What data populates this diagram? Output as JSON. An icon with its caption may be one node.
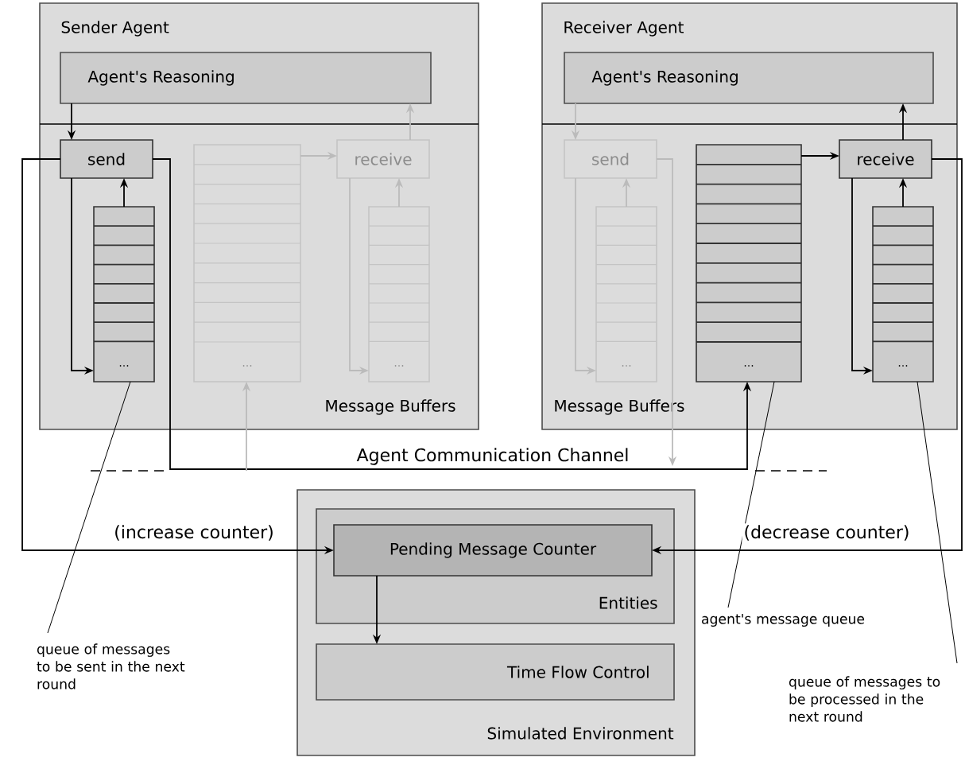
{
  "diagram": {
    "nodes": [
      {
        "text": [
          "Sender Agent",
          "Message Buffers"
        ]
      },
      {
        "text": [
          "Agent's Reasoning"
        ],
        "in": 0
      },
      {
        "text": [
          "send"
        ],
        "in": 0
      },
      {
        "text": [
          "..."
        ],
        "in": 0
      },
      {
        "text": [
          "..."
        ],
        "in": 0
      },
      {
        "text": [
          "receive"
        ],
        "in": 0
      },
      {
        "text": [
          "..."
        ],
        "in": 0
      },
      {
        "text": [
          "Receiver Agent",
          "Message Buffers"
        ]
      },
      {
        "text": [
          "Agent's Reasoning"
        ],
        "in": 7
      },
      {
        "text": [
          "send"
        ],
        "in": 7
      },
      {
        "text": [
          "..."
        ],
        "in": 7
      },
      {
        "text": [
          "..."
        ],
        "in": 7
      },
      {
        "text": [
          "receive"
        ],
        "in": 7
      },
      {
        "text": [
          "..."
        ],
        "in": 7
      },
      {
        "text": [
          "Simulated Environment"
        ]
      },
      {
        "text": [
          "Entities"
        ],
        "in": 14
      },
      {
        "text": [
          "Pending Message Counter"
        ],
        "in": 15
      },
      {
        "text": [
          "Time Flow Control"
        ],
        "in": 14
      },
      {
        "text": [
          "queue of messages to be sent in the next round"
        ]
      },
      {
        "text": [
          "agent's message queue"
        ]
      },
      {
        "text": [
          "queue of messages to be processed in the next round"
        ]
      }
    ],
    "edges": [
      {
        "from": 1,
        "to": 2,
        "arrow": "to"
      },
      {
        "from": 3,
        "to": 2,
        "arrow": "to"
      },
      {
        "from": 2,
        "to": 3,
        "arrow": "to"
      },
      {
        "from": 2,
        "to": 11,
        "arrow": "to"
      },
      {
        "from": 2,
        "to": 16,
        "arrow": "to",
        "label": "(increase counter)"
      },
      {
        "from": 12,
        "to": 16,
        "arrow": "to",
        "label": "(decrease counter)"
      },
      {
        "from": 11,
        "to": 12,
        "arrow": "to"
      },
      {
        "from": 13,
        "to": 12,
        "arrow": "to"
      },
      {
        "from": 12,
        "to": 13,
        "arrow": "to"
      },
      {
        "from": 12,
        "to": 8,
        "arrow": "to"
      },
      {
        "from": 16,
        "to": 17,
        "arrow": "to"
      },
      {
        "from": 4,
        "to": 5,
        "arrow": "to",
        "color": "#bbbbbb"
      },
      {
        "from": 6,
        "to": 5,
        "arrow": "to",
        "color": "#bbbbbb"
      },
      {
        "from": 5,
        "to": 6,
        "arrow": "to",
        "color": "#bbbbbb"
      },
      {
        "from": 5,
        "to": 1,
        "arrow": "to",
        "color": "#bbbbbb"
      },
      {
        "from": 8,
        "to": 9,
        "arrow": "to",
        "color": "#bbbbbb"
      },
      {
        "from": 10,
        "to": 9,
        "arrow": "to",
        "color": "#bbbbbb"
      },
      {
        "from": 9,
        "to": 10,
        "arrow": "to",
        "color": "#bbbbbb"
      },
      {
        "from": 9,
        "to": null,
        "arrow": "to",
        "color": "#bbbbbb"
      },
      {
        "from": null,
        "to": 4,
        "arrow": "to",
        "color": "#bbbbbb"
      },
      {
        "from": 18,
        "to": 3,
        "arrow": "none"
      },
      {
        "from": 19,
        "to": 11,
        "arrow": "none"
      },
      {
        "from": 20,
        "to": 13,
        "arrow": "none"
      }
    ],
    "labels": [
      "Agent Communication Channel"
    ]
  }
}
